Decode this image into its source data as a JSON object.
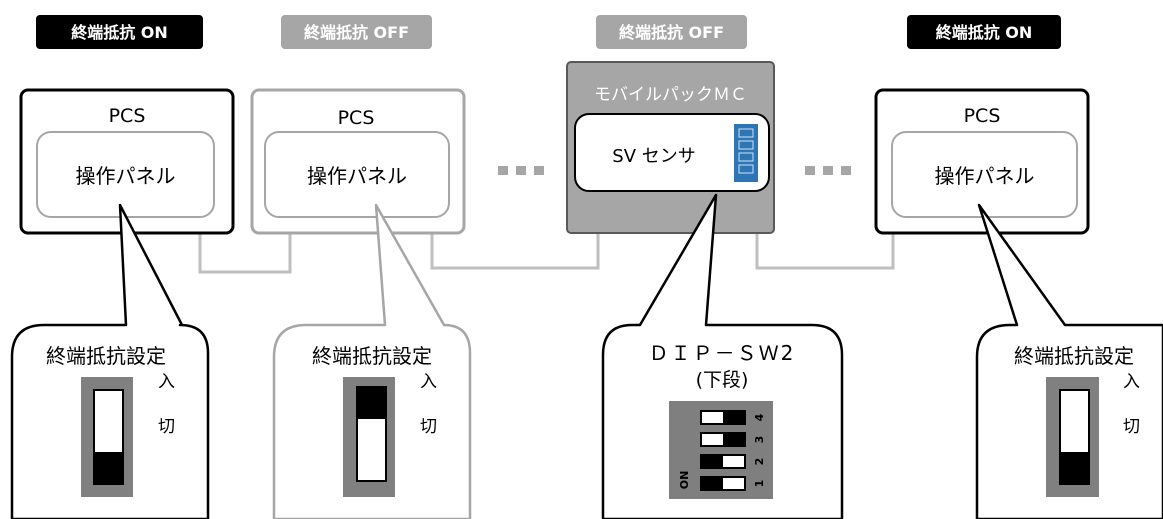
{
  "badges": {
    "b1": "終端抵抗 ON",
    "b2": "終端抵抗 OFF",
    "b3": "終端抵抗 OFF",
    "b4": "終端抵抗 ON"
  },
  "devices": {
    "pcs1": {
      "title": "PCS",
      "panel": "操作パネル"
    },
    "pcs2": {
      "title": "PCS",
      "panel": "操作パネル"
    },
    "mobile": {
      "title": "モバイルパックＭＣ",
      "sensor": "SV センサ"
    },
    "pcs4": {
      "title": "PCS",
      "panel": "操作パネル"
    }
  },
  "callouts": {
    "c1": {
      "title": "終端抵抗設定",
      "on_label": "入",
      "off_label": "切",
      "state": "ON"
    },
    "c2": {
      "title": "終端抵抗設定",
      "on_label": "入",
      "off_label": "切",
      "state": "OFF"
    },
    "c3": {
      "title": "ＤＩＰ－ＳＷ2",
      "subtitle": "(下段)",
      "on_text": "ON",
      "switches": [
        {
          "num": "4",
          "state": "OFF"
        },
        {
          "num": "3",
          "state": "OFF"
        },
        {
          "num": "2",
          "state": "ON"
        },
        {
          "num": "1",
          "state": "ON"
        }
      ]
    },
    "c4": {
      "title": "終端抵抗設定",
      "on_label": "入",
      "off_label": "切",
      "state": "ON"
    }
  },
  "colors": {
    "active": "#000000",
    "inactive": "#a6a6a6",
    "module_fill": "#a6a6a6",
    "dip_body": "#7f7f7f",
    "connector": "#2e75b6",
    "link_line": "#bfbfbf"
  }
}
